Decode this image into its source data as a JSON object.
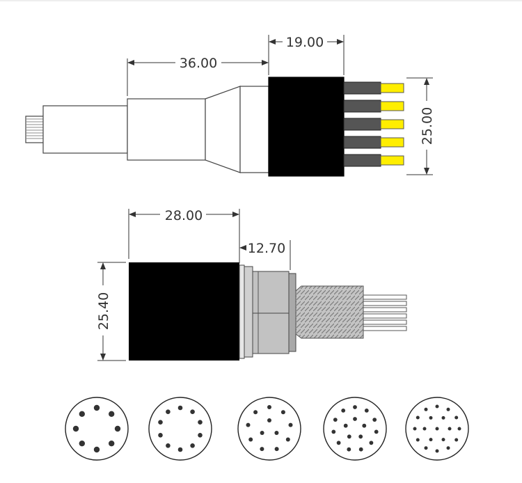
{
  "dimensions": {
    "plug_body_length": "36.00",
    "plug_insert_width": "19.00",
    "plug_height": "25.00",
    "socket_body_length": "28.00",
    "socket_flange_width": "12.70",
    "socket_height": "25.40"
  },
  "pin_layouts": [
    {
      "pins": 8
    },
    {
      "pins": 10
    },
    {
      "pins": 12
    },
    {
      "pins": 16
    },
    {
      "pins": 19
    }
  ],
  "colors": {
    "connector_body": "#000000",
    "pin_sleeve": "#555555",
    "pin_contact": "#ffee00",
    "outline": "#444444",
    "thread": "#b8b8b8",
    "dimension_line": "#333333"
  }
}
